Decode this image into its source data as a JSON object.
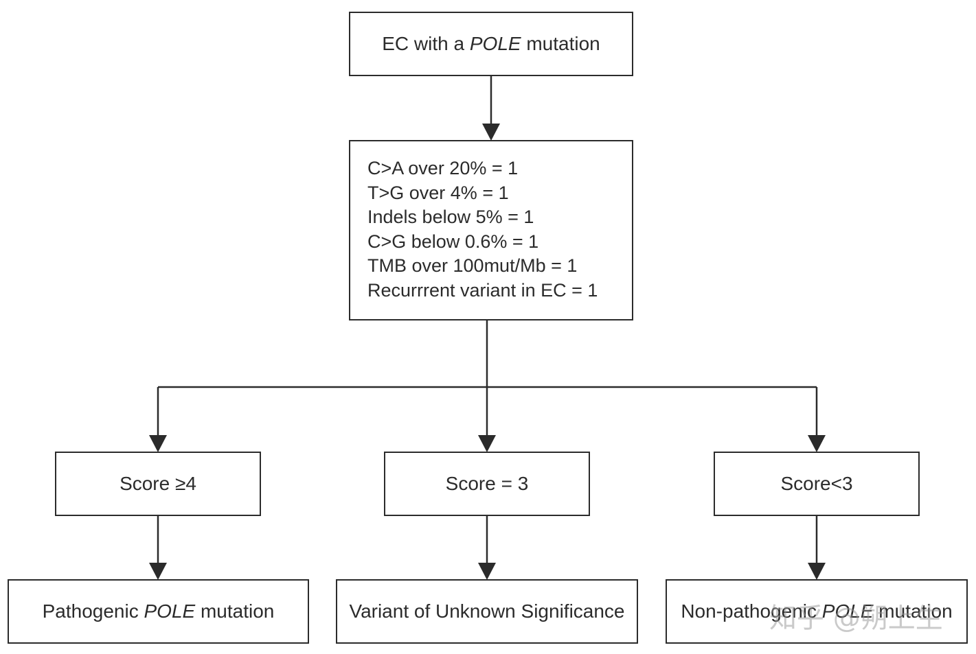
{
  "diagram": {
    "start": {
      "prefix": "EC with a ",
      "gene": "POLE",
      "suffix": " mutation"
    },
    "criteria": [
      "C>A over 20% = 1",
      "T>G over 4% = 1",
      "Indels below 5% = 1",
      "C>G below 0.6% = 1",
      "TMB over 100mut/Mb = 1",
      "Recurrrent variant in EC = 1"
    ],
    "scores": [
      "Score ≥4",
      "Score = 3",
      "Score<3"
    ],
    "outcomes": {
      "pathogenic": {
        "prefix": "Pathogenic ",
        "gene": "POLE",
        "suffix": " mutation"
      },
      "vus": "Variant of Unknown Significance",
      "non_pathogenic": {
        "prefix": "Non-pathogenic ",
        "gene": "POLE",
        "suffix": " mutation"
      }
    }
  },
  "watermark": "知乎 @朔上生",
  "colors": {
    "stroke": "#2b2b2b",
    "text": "#2b2b2b",
    "background": "#ffffff"
  }
}
